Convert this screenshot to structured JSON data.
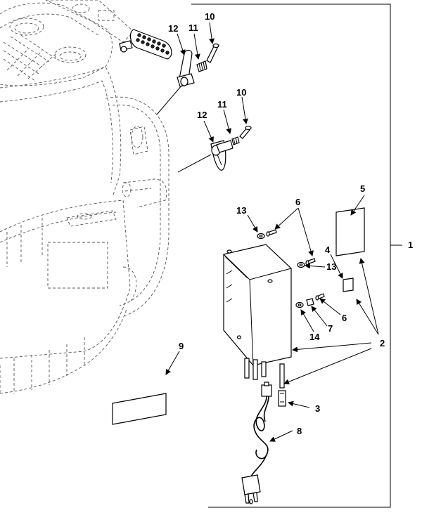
{
  "diagram": {
    "callouts": {
      "c1": "1",
      "c2": "2",
      "c3": "3",
      "c4": "4",
      "c5": "5",
      "c6a": "6",
      "c6b": "6",
      "c7": "7",
      "c8": "8",
      "c9": "9",
      "c10a": "10",
      "c10b": "10",
      "c11a": "11",
      "c11b": "11",
      "c12a": "12",
      "c12b": "12",
      "c13a": "13",
      "c13b": "13",
      "c14": "14"
    }
  }
}
